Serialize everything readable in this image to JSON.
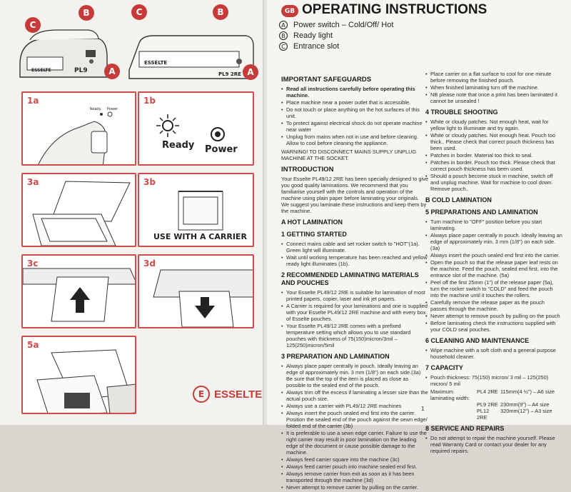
{
  "header": {
    "language_badge": "GB",
    "title": "OPERATING INSTRUCTIONS"
  },
  "legend": [
    {
      "letter": "A",
      "label": "Power switch – Cold/Off/ Hot"
    },
    {
      "letter": "B",
      "label": "Ready light"
    },
    {
      "letter": "C",
      "label": "Entrance slot"
    }
  ],
  "illustrations": {
    "callouts": {
      "c": "C",
      "b": "B",
      "a": "A"
    },
    "machine_labels": {
      "brand": "ESSELTE",
      "model_small": "PL9",
      "model_large": "PL9 2RE"
    },
    "panels": {
      "p1a": "1a",
      "p1b": "1b",
      "p3a": "3a",
      "p3b": "3b",
      "p3c": "3c",
      "p3d": "3d",
      "p5a": "5a"
    },
    "labels": {
      "ready": "Ready",
      "power": "Power",
      "ready_small": "Ready",
      "power_small": "Power",
      "carrier": "USE WITH A CARRIER"
    }
  },
  "brand": {
    "logo": "E",
    "name": "ESSELTE"
  },
  "page_number": "1",
  "safeguards": {
    "title": "IMPORTANT SAFEGUARDS",
    "items": [
      "Read all instructions carefully before operating this machine.",
      "Place machine near a power outlet that is accessible.",
      "Do not touch or place anything on the hot surfaces of this unit.",
      "To protect against electrical shock do not operate machine near water",
      "Unplug from mains when not in use and before cleaning. Allow to cool before cleaning the appliance."
    ],
    "warning": "WARNING! TO DISCONNECT MAINS SUPPLY UNPLUG MACHINE AT THE SOCKET."
  },
  "intro": {
    "title": "INTRODUCTION",
    "text": "Your Esselte PL49/12 2RE has been specially designed to give you good quality laminations. We recommend that you familiarise yourself with the controls and operation of the machine using plain paper before laminating your originals. We suggest you laminate these instructions and keep them by the machine."
  },
  "hot": {
    "title": "A HOT LAMINATION",
    "getting_started": {
      "title": "1 GETTING STARTED",
      "items": [
        "Connect mains cable and set rocker switch to \"HOT\"(1a). Green light will illuminate.",
        "Wait until working temperature has been reached and yellow ready light illuminates (1b)."
      ]
    },
    "materials": {
      "title": "2 RECOMMENDED LAMINATING MATERIALS AND POUCHES",
      "items": [
        "Your Esselte PL49/12 2RE is suitable for lamination of most printed papers, copier, laser and ink jet papers.",
        "A Carrier is required for your laminations and one is supplied with your Esselte PL49/12 2RE machine and with every box of Esselte pouches.",
        "Your Esselte PL49/12 2RE comes with a prefixed temperature setting which allows you to use standard pouches with thickness of 75(150)micron/3mil – 125(250)micron/5mil"
      ]
    },
    "prep": {
      "title": "3 PREPARATION AND LAMINATION",
      "items": [
        "Always place paper centrally in pouch. Ideally leaving an edge of approximately min. 3 mm (1/8\") on each side.(3a) Be sure that the top of the item is placed as close as possible to the sealed end of the pouch.",
        "Always trim off the excess if laminating a lesser size than the actual pouch size.",
        "Always use a carrier with PL49/12 2RE machines",
        "Always insert the pouch sealed end first into the carrier. Position the sealed end of the pouch against the sewn edge/ folded end of the carrier (3b)",
        "It is preferable to use a sewn edge carrier. Failure to use the right carrier may result in poor lamination on the leading edge of the document or cause possible damage to the machine.",
        "Always feed carrier square into the machine (3c)",
        "Always feed carrier pouch into machine sealed end first.",
        "Always remove carrier from exit as soon as it has been transported through the machine (3d)",
        "Never attempt to remove carrier by pulling on the carrier."
      ]
    }
  },
  "right_col": {
    "cont": [
      "Place carrier on a flat surface to cool for one minute before removing the finished pouch.",
      "When finished laminating turn off the machine.",
      "NB please note that once a print has been laminated it cannot be unsealed !"
    ],
    "trouble": {
      "title": "4 TROUBLE SHOOTING",
      "items": [
        "White or cloudy patches. Not enough heat, wait for yellow light to illuminate and try again.",
        "White or cloudy patches. Not enough heat. Pouch too thick.. Please check that correct pouch thickness has been used.",
        "Patches in border. Material too thick to seal.",
        "Patches in border. Pouch too thick. Please check that correct pouch thickness has been used.",
        "Should a pouch become stuck in machine, switch off and unplug machine. Wait for machine to cool down. Remove pouch.."
      ]
    },
    "cold": {
      "title": "B COLD LAMINATION"
    },
    "prep5": {
      "title": "5 PREPARATIONS AND LAMINATION",
      "items": [
        "Turn machine to \"OFF\" position before you start laminating.",
        "Always place paper centrally in pouch. Ideally leaving an edge of approximately min. 3 mm (1/8\") on each side.(3a)",
        "Always insert the pouch sealed end first into the carrier.",
        "Open the pouch so that the release paper leaf rests on the machine. Feed the pouch, sealed end first, into the entrance slot of the machine. (5a)",
        "Peel off the first 25mm (1\") of the release paper (5a), turn the rocker switch to \"COLD\" and feed the pouch into the machine until it touches the rollers.",
        "Carefully remove the release paper as the pouch passes through the machine.",
        "Never attempt to remove pouch by pulling on the pouch",
        "Before laminating check the instructions supplied with your COLD seal pouches."
      ]
    },
    "clean": {
      "title": "6 CLEANING AND MAINTENANCE",
      "items": [
        "Wipe machine with a soft cloth and a general purpose household cleaner."
      ]
    },
    "capacity": {
      "title": "7 CAPACITY",
      "thickness": "Pouch thickness: 75(150) micron/ 3 mil – 125(250) micron/ 5 mil",
      "width_label": "Maximum laminating width:",
      "rows": [
        {
          "model": "PL4 2RE",
          "value": "115mm(4 ½\") – A6 size"
        },
        {
          "model": "PL9 2RE",
          "value": "230mm(9\") – A4 size"
        },
        {
          "model": "PL12 2RE",
          "value": "320mm(12\") – A3 size"
        }
      ]
    },
    "service": {
      "title": "8 SERVICE AND REPAIRS",
      "items": [
        "Do not attempt to repair the machine yourself. Please read Warranty Card or contact your dealer for any required repairs."
      ]
    }
  }
}
